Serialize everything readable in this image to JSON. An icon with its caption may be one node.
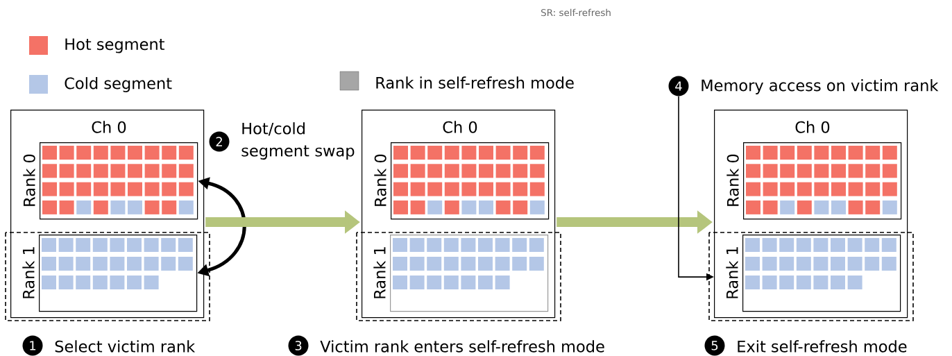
{
  "diagram": {
    "nodes": [
      {
        "text": [
          "Ch 0"
        ]
      },
      {
        "text": [
          "Rank 0"
        ],
        "in": 0
      },
      {
        "text": [
          "Rank 1"
        ],
        "in": 0
      },
      {
        "text": [
          "1"
        ],
        "beside": [
          "Select victim rank"
        ]
      },
      {
        "text": [
          "2"
        ],
        "beside": [
          "Hot/cold segment swap"
        ]
      },
      {
        "text": [
          "Ch 0"
        ]
      },
      {
        "text": [
          "Rank 0"
        ],
        "in": 5
      },
      {
        "text": [
          "Rank 1"
        ],
        "in": 5
      },
      {
        "text": [
          "3"
        ],
        "beside": [
          "Victim rank enters self-refresh mode"
        ]
      },
      {
        "text": [
          "4"
        ],
        "beside": [
          "Memory access on victim rank"
        ]
      },
      {
        "text": [
          "Ch 0"
        ]
      },
      {
        "text": [
          "Rank 0"
        ],
        "in": 10
      },
      {
        "text": [
          "Rank 1"
        ],
        "in": 10
      },
      {
        "text": [
          "5"
        ],
        "beside": [
          "Exit self-refresh mode"
        ]
      }
    ],
    "edges": [
      {
        "from": 1,
        "to": 2,
        "arrow": "both"
      },
      {
        "from": 0,
        "to": 5,
        "arrow": "to",
        "style": "thick",
        "color": "#b5c57c"
      },
      {
        "from": 5,
        "to": 10,
        "arrow": "to",
        "style": "thick",
        "color": "#b5c57c"
      },
      {
        "from": 9,
        "to": 10,
        "arrow": "to"
      }
    ],
    "labels": [
      "SR: self-refresh"
    ],
    "legend": [
      {
        "text": "Hot segment",
        "color": "#f47266"
      },
      {
        "text": "Cold segment",
        "color": "#b4c7e7"
      },
      {
        "text": "Rank in self-refresh mode",
        "color": "#a6a6a6"
      }
    ]
  }
}
